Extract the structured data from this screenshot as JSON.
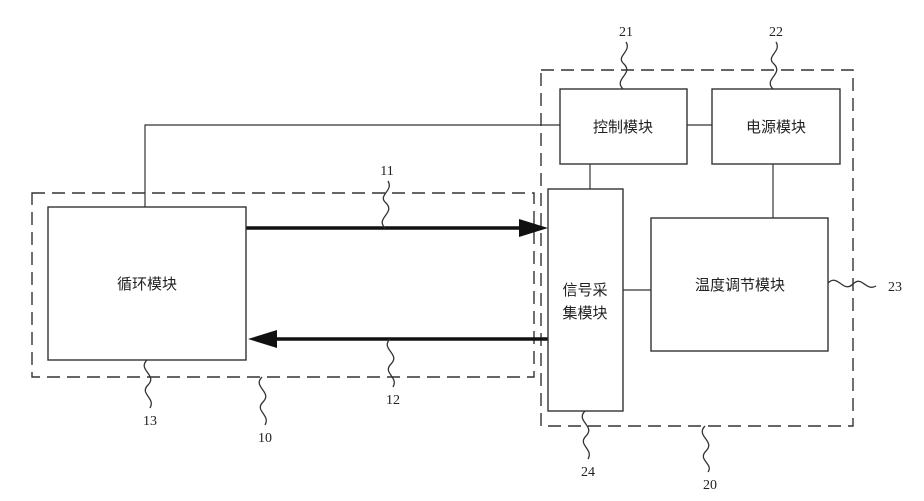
{
  "modules": {
    "circulation": "循环模块",
    "control": "控制模块",
    "power": "电源模块",
    "signal_line1": "信号采",
    "signal_line2": "集模块",
    "temperature": "温度调节模块"
  },
  "refs": {
    "r10": "10",
    "r11": "11",
    "r12": "12",
    "r13": "13",
    "r20": "20",
    "r21": "21",
    "r22": "22",
    "r23": "23",
    "r24": "24"
  }
}
